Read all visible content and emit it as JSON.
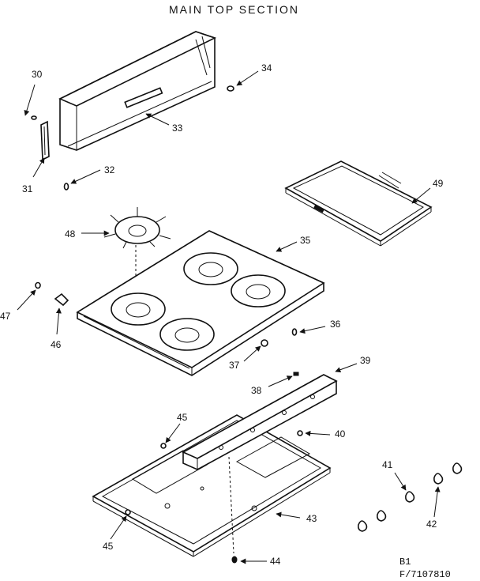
{
  "title": "MAIN TOP SECTION",
  "drawing_code": [
    "B1",
    "F/7107810"
  ],
  "labels": {
    "p30": "30",
    "p31": "31",
    "p32": "32",
    "p33": "33",
    "p34": "34",
    "p35": "35",
    "p36": "36",
    "p37": "37",
    "p38": "38",
    "p39": "39",
    "p40": "40",
    "p41": "41",
    "p42": "42",
    "p43": "43",
    "p44": "44",
    "p45a": "45",
    "p45b": "45",
    "p46": "46",
    "p47": "47",
    "p48": "48",
    "p49": "49"
  }
}
